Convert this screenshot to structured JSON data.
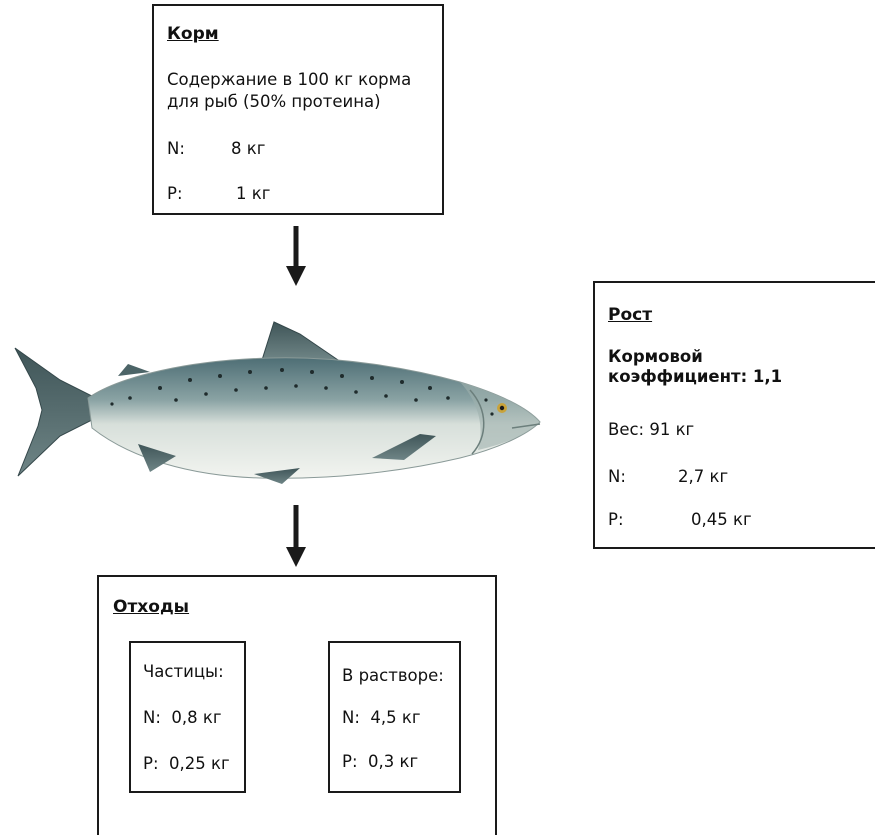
{
  "feed": {
    "title": "Корм",
    "desc_line1": "Содержание в 100 кг корма",
    "desc_line2": "для рыб (50% протеина)",
    "n_label": "N:",
    "n_value": "8 кг",
    "p_label": "P:",
    "p_value": "1 кг"
  },
  "growth": {
    "title": "Рост",
    "coef_line1": "Кормовой",
    "coef_line2": "коэффициент: 1,1",
    "weight": "Вес: 91 кг",
    "n_label": "N:",
    "n_value": "2,7 кг",
    "p_label": "P:",
    "p_value": "0,45 кг"
  },
  "waste": {
    "title": "Отходы",
    "particles": {
      "label": "Частицы:",
      "n": "N:  0,8 кг",
      "p": "P:  0,25 кг"
    },
    "solution": {
      "label": "В растворе:",
      "n": "N:  4,5 кг",
      "p": "P:  0,3 кг"
    }
  },
  "colors": {
    "border": "#1a1a1a",
    "fish_back": "#5f7f86",
    "fish_belly": "#e6ece8"
  }
}
